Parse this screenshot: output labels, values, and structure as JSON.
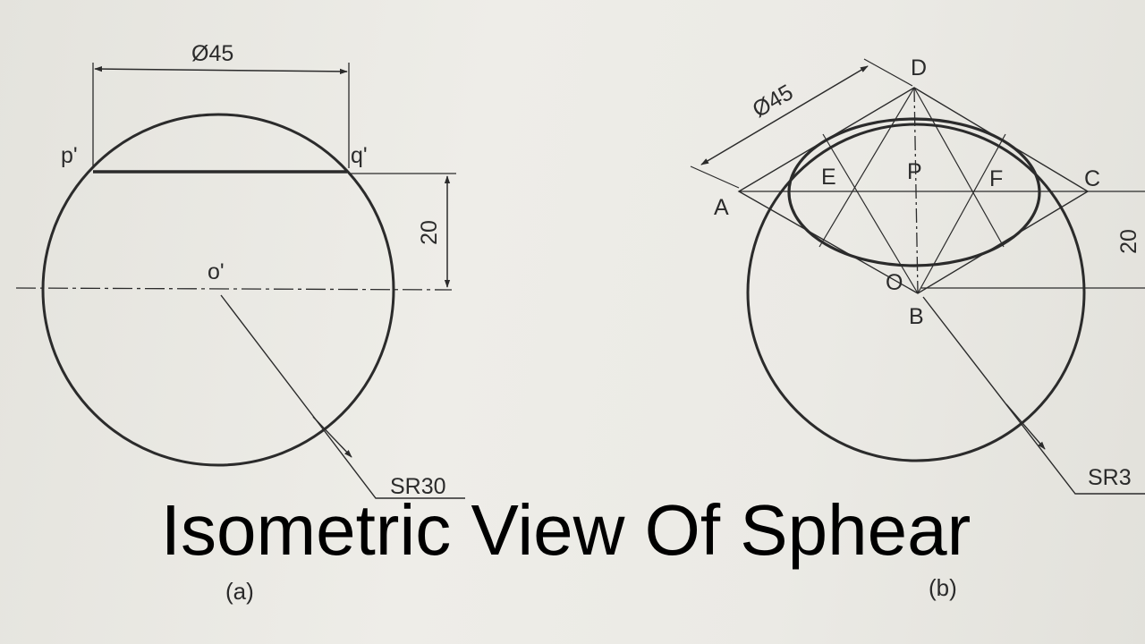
{
  "overlay_title": "Isometric View Of Sphear",
  "figure_a": {
    "diameter_label": "Ø45",
    "point_left": "p'",
    "point_right": "q'",
    "height_label": "20",
    "center_label": "o'",
    "radius_label": "SR30",
    "caption": "(a)"
  },
  "figure_b": {
    "diameter_label": "Ø45",
    "point_a": "A",
    "point_b": "B",
    "point_c": "C",
    "point_d": "D",
    "point_e": "E",
    "point_f": "F",
    "point_p": "P",
    "point_o": "O",
    "height_label": "20",
    "radius_label": "SR3",
    "caption": "(b)"
  },
  "colors": {
    "paper": "#e9e8e3",
    "ink": "#2b2b2b",
    "title": "#000000"
  }
}
